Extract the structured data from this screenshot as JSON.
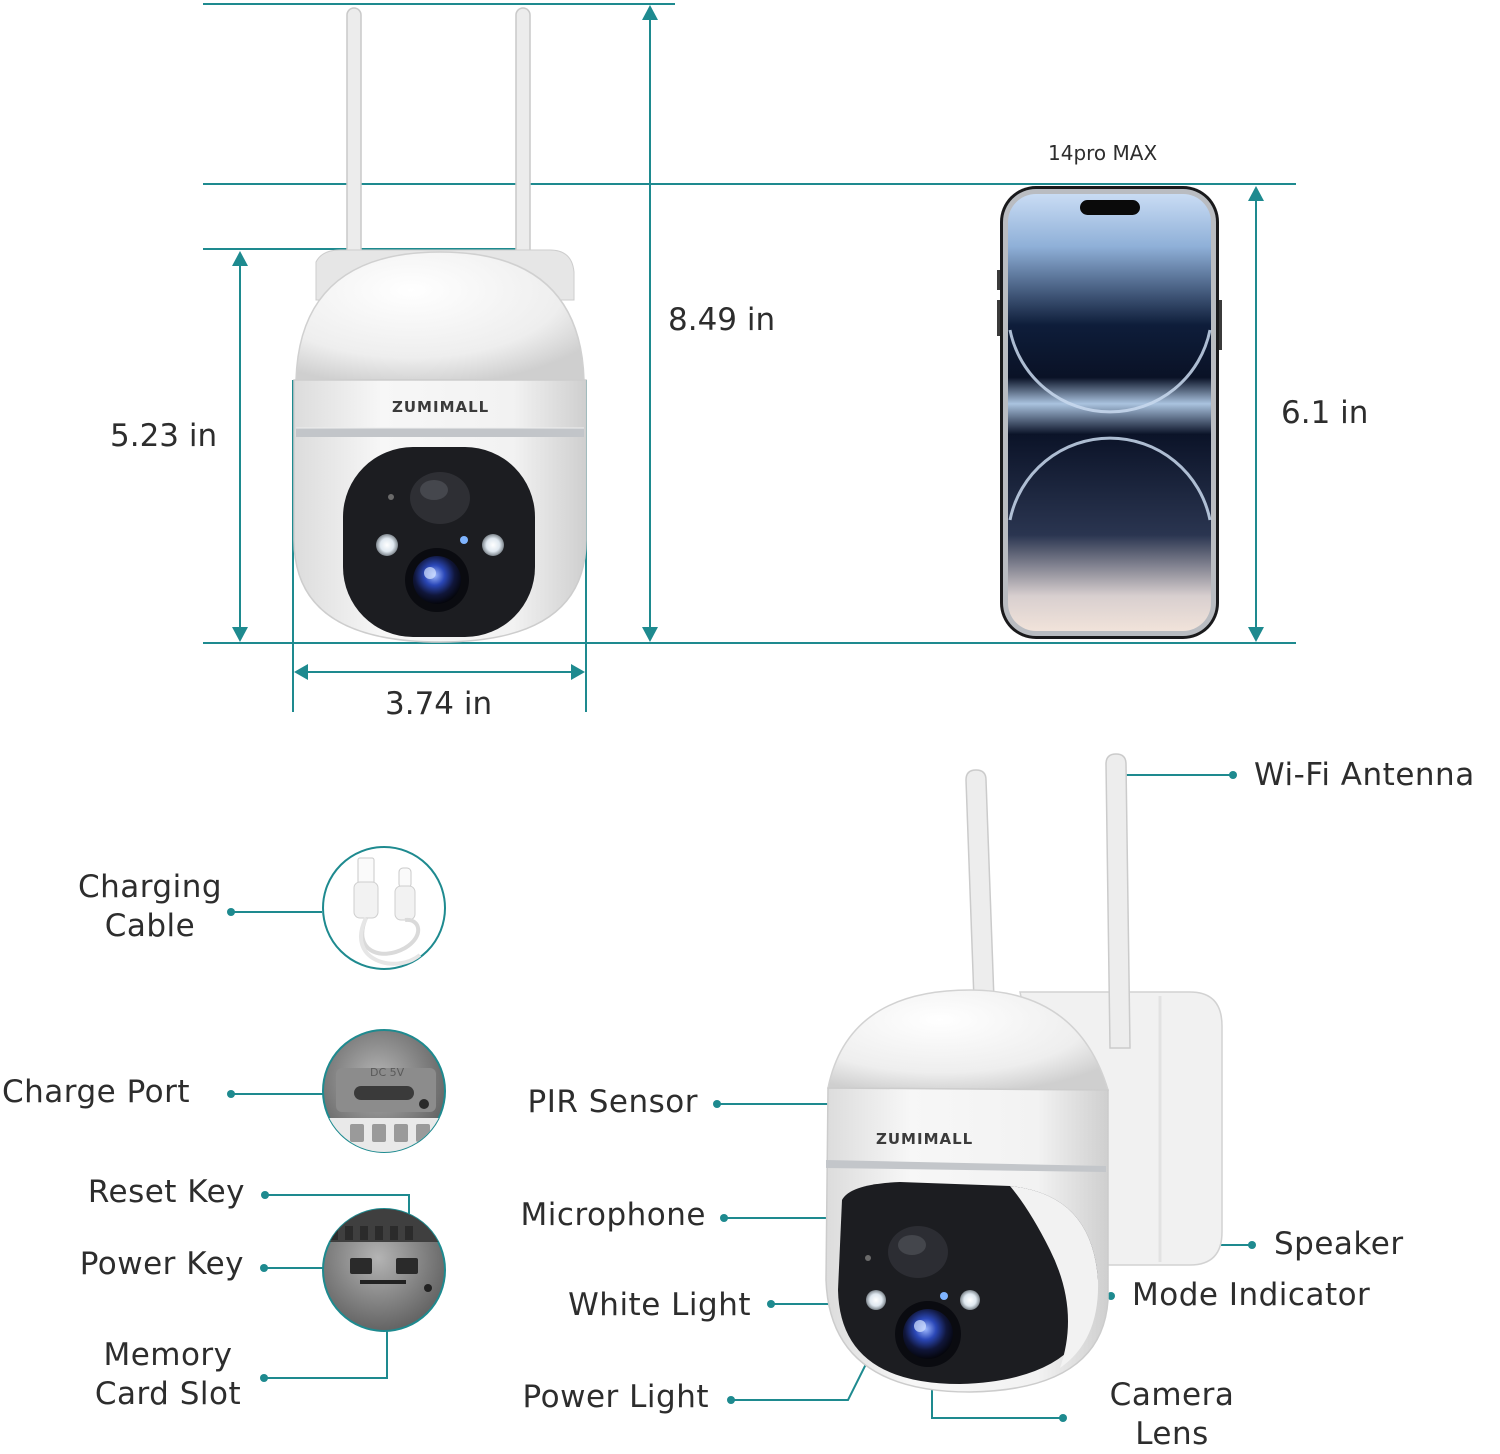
{
  "colors": {
    "accent": "#1e8a8f",
    "camera_body": "#f3f3f3",
    "camera_face": "#1c1d21",
    "phone_frame": "#1a1a1c"
  },
  "brand": {
    "logo_text": "ZUMIMALL"
  },
  "phone": {
    "model_label": "14pro MAX"
  },
  "dimensions": {
    "total_height": "8.49 in",
    "body_height": "5.23 in",
    "width": "3.74 in",
    "phone_height": "6.1 in"
  },
  "callouts": {
    "wifi_antenna": "Wi-Fi Antenna",
    "charging_cable_line1": "Charging",
    "charging_cable_line2": "Cable",
    "charge_port": "Charge Port",
    "charge_port_marking": "DC 5V",
    "reset_key": "Reset Key",
    "power_key": "Power Key",
    "memory_card_line1": "Memory",
    "memory_card_line2": "Card Slot",
    "pir_sensor": "PIR Sensor",
    "microphone": "Microphone",
    "white_light": "White Light",
    "power_light": "Power Light",
    "speaker": "Speaker",
    "mode_indicator": "Mode Indicator",
    "camera_lens_line1": "Camera",
    "camera_lens_line2": "Lens"
  }
}
